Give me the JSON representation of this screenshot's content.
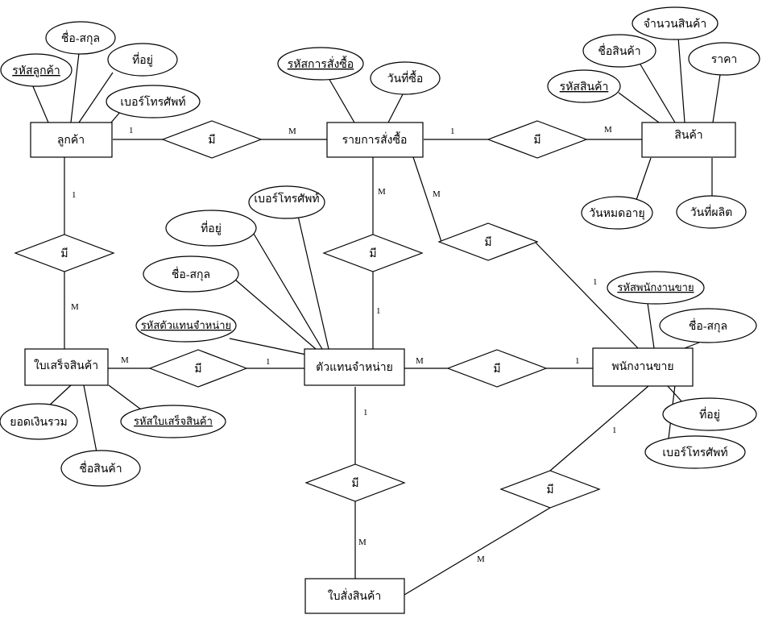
{
  "entities": {
    "customer": "ลูกค้า",
    "order": "รายการสั่งซื้อ",
    "product": "สินค้า",
    "dealer": "ตัวแทนจำหน่าย",
    "receipt": "ใบเสร็จสินค้า",
    "salesperson": "พนักงานขาย",
    "purchase_order": "ใบสั่งสินค้า"
  },
  "relationship_label": "มี",
  "attributes": {
    "customer_id": "รหัสลูกค้า",
    "customer_name": "ชื่อ-สกุล",
    "customer_address": "ที่อยู่",
    "customer_phone": "เบอร์โทรศัพท์",
    "order_id": "รหัสการสั่งซื้อ",
    "order_date": "วันที่ซื้อ",
    "product_id": "รหัสสินค้า",
    "product_name": "ชื่อสินค้า",
    "product_qty": "จำนวนสินค้า",
    "product_price": "ราคา",
    "product_expiry": "วันหมดอายุ",
    "product_mfg": "วันที่ผลิต",
    "dealer_phone": "เบอร์โทรศัพท์",
    "dealer_address": "ที่อยู่",
    "dealer_name": "ชื่อ-สกุล",
    "dealer_id": "รหัสตัวแทนจำหน่าย",
    "receipt_total": "ยอดเงินรวม",
    "receipt_id": "รหัสใบเสร็จสินค้า",
    "receipt_product_name": "ชื่อสินค้า",
    "sales_id": "รหัสพนักงานขาย",
    "sales_name": "ชื่อ-สกุล",
    "sales_address": "ที่อยู่",
    "sales_phone": "เบอร์โทรศัพท์"
  },
  "cardinalities": {
    "customer_order_a": "1",
    "customer_order_b": "M",
    "order_product_a": "1",
    "order_product_b": "M",
    "customer_receipt_a": "1",
    "customer_receipt_b": "M",
    "order_dealer_a": "M",
    "order_dealer_b": "1",
    "order_sales_a": "M",
    "order_sales_b": "1",
    "receipt_dealer_a": "M",
    "receipt_dealer_b": "1",
    "dealer_sales_a": "M",
    "dealer_sales_b": "1",
    "dealer_po_a": "1",
    "dealer_po_b": "M",
    "sales_po_a": "1",
    "sales_po_b": "M"
  }
}
